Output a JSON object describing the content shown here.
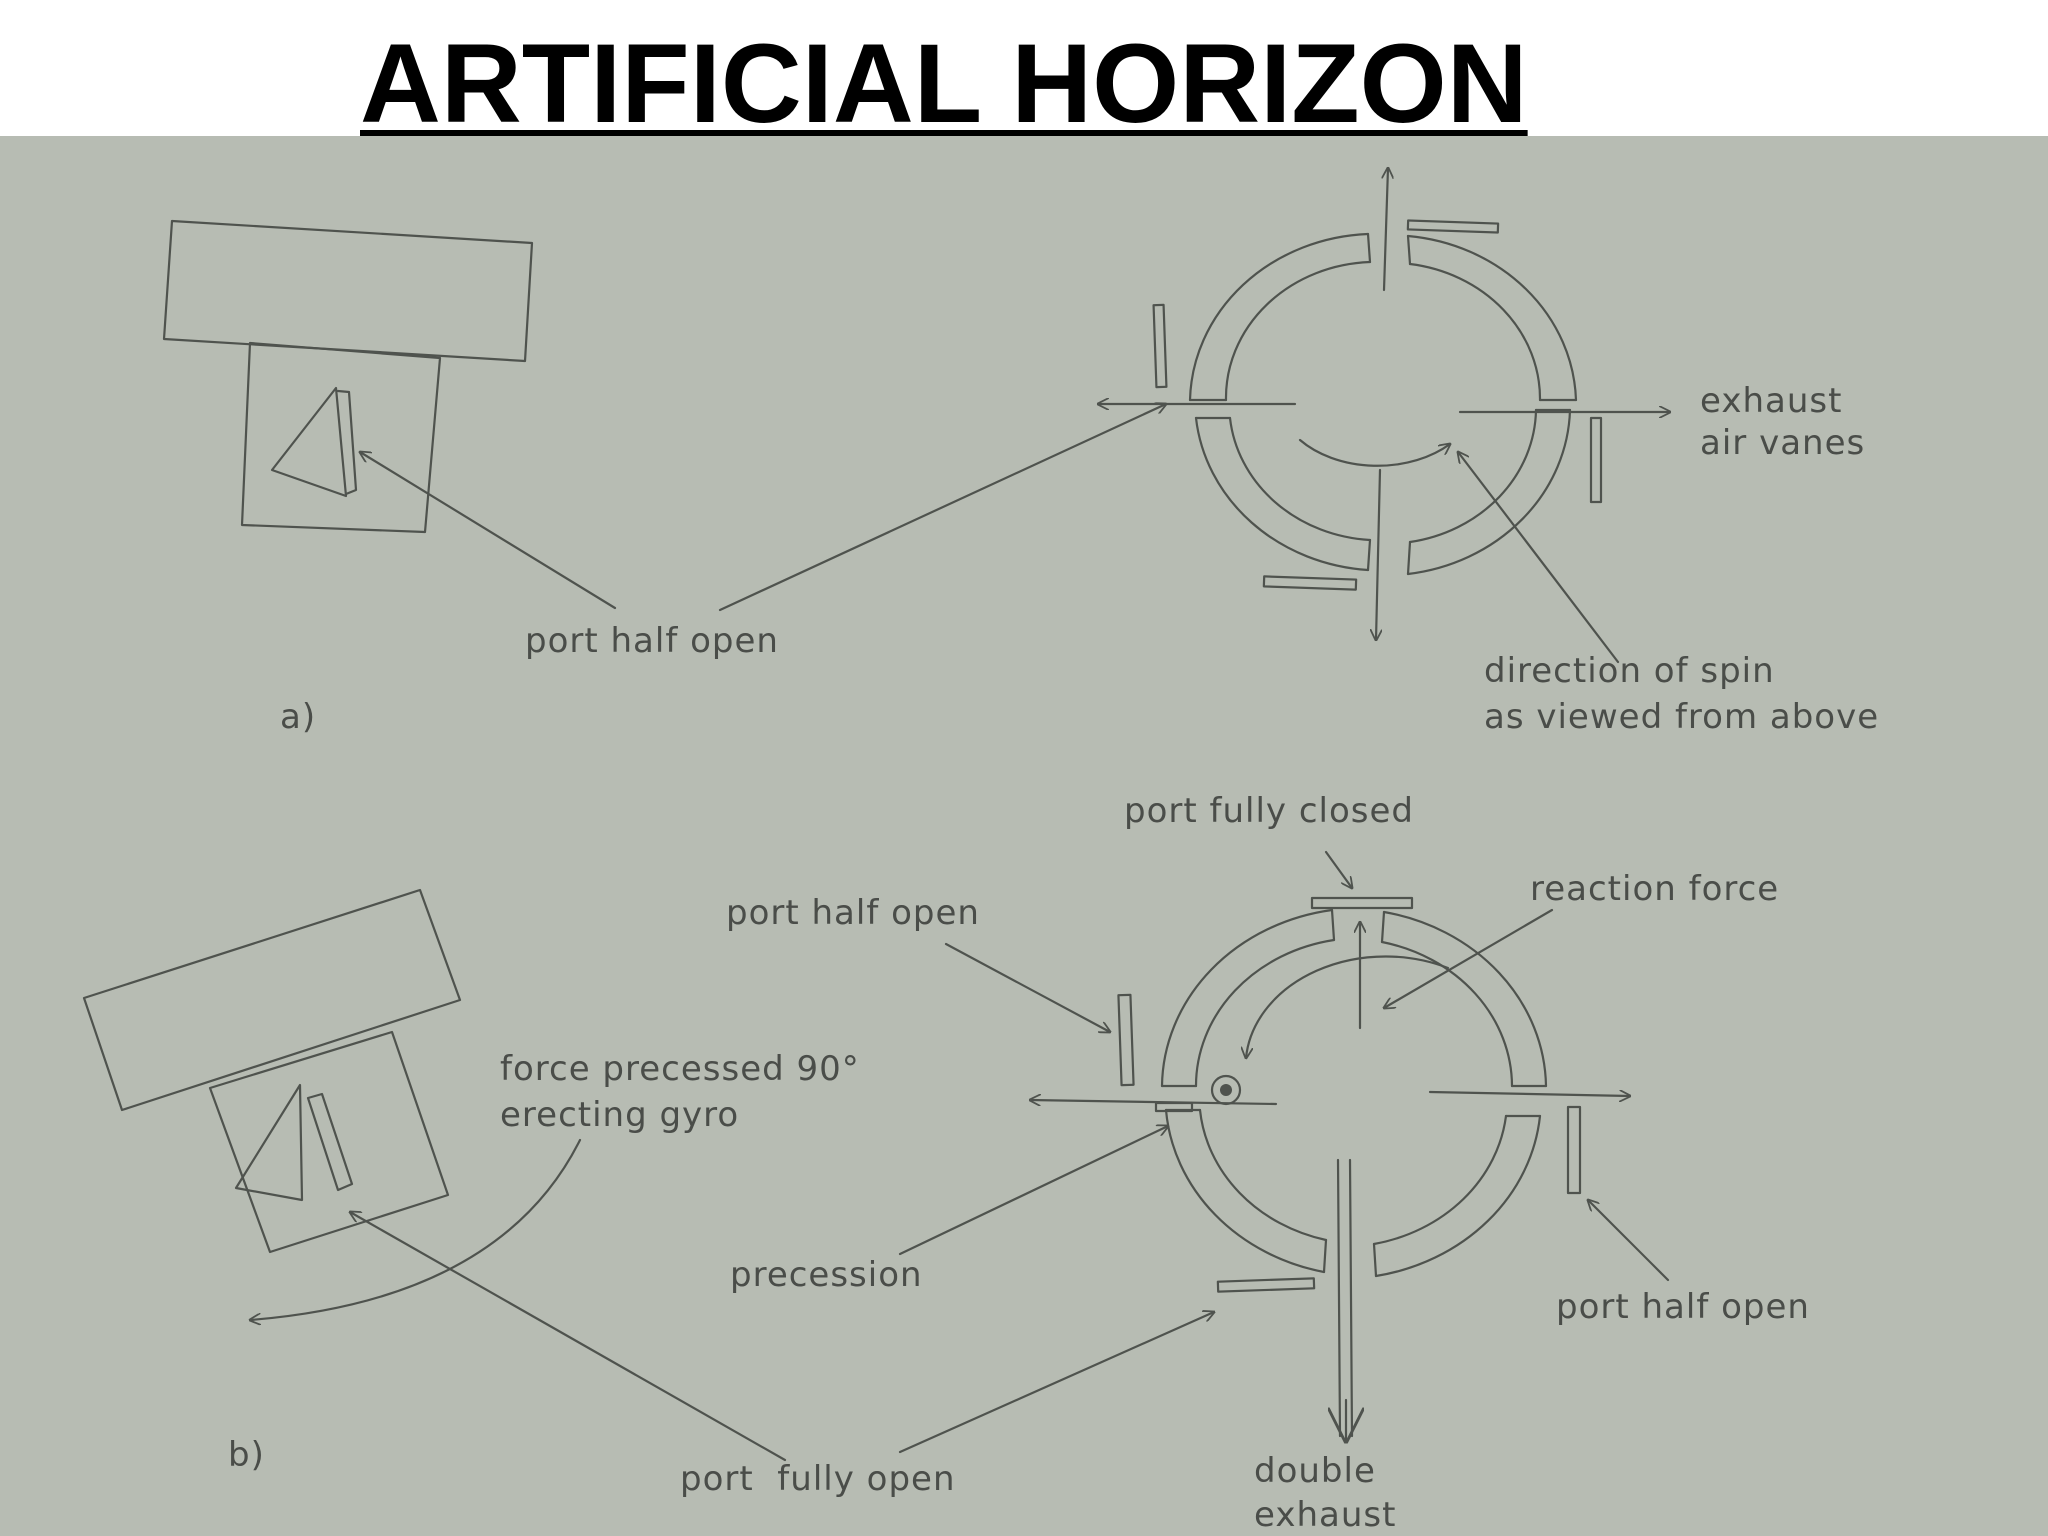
{
  "title": "ARTIFICIAL HORIZON",
  "colors": {
    "panel": "#b7bcb3",
    "ink": "#4f534e",
    "title": "#000000"
  },
  "figure_a": {
    "label": "a)",
    "port_half_open": "port half open",
    "exhaust_line1": "exhaust",
    "exhaust_line2": "air vanes",
    "spin_line1": "direction of spin",
    "spin_line2": "as viewed from above"
  },
  "figure_b": {
    "label": "b)",
    "port_fully_closed": "port fully closed",
    "reaction_force": "reaction force",
    "port_half_open_left": "port half open",
    "force_line1": "force precessed 90°",
    "force_line2": "erecting gyro",
    "precession": "precession",
    "port_half_open_right": "port half open",
    "port_fully_open": "port  fully open",
    "double_line1": "double",
    "double_line2": "exhaust"
  }
}
